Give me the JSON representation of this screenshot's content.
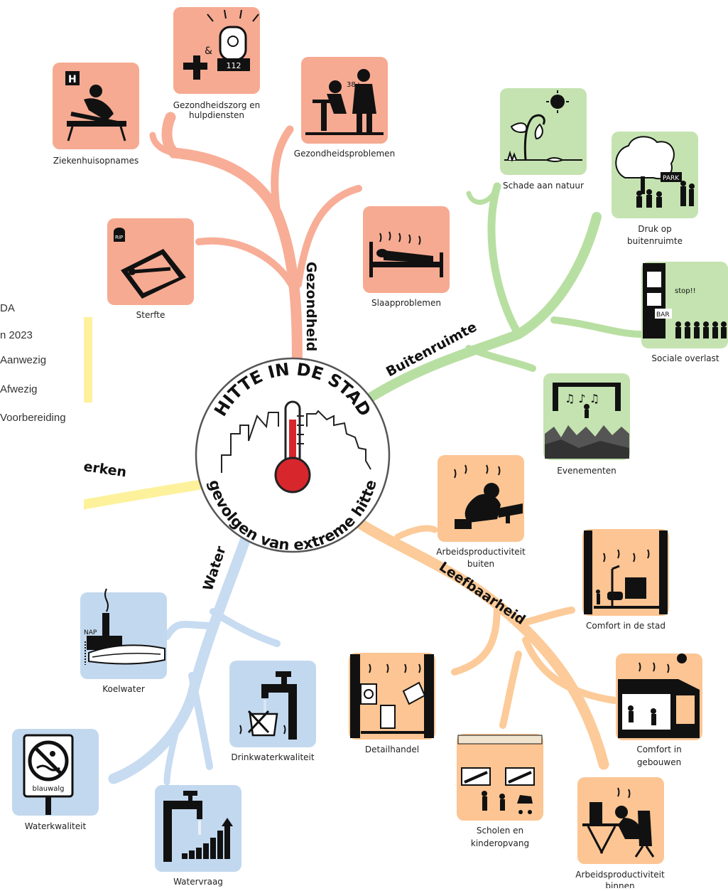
{
  "center": {
    "title": "HITTE IN DE STAD",
    "subtitle": "gevolgen van extreme hitte"
  },
  "colors": {
    "gezondheid": "#f8ad97",
    "buitenruimte": "#b8dfa2",
    "leefbaarheid": "#fccb99",
    "water": "#c7dbf1",
    "netwerken": "#fdf19c",
    "tile_gezondheid": "#f6aa92",
    "tile_buitenruimte": "#c4e3b0",
    "tile_leefbaarheid": "#fcc593",
    "tile_water": "#c2d8ee"
  },
  "branches": {
    "gezondheid": "Gezondheid",
    "buitenruimte": "Buitenruimte",
    "leefbaarheid": "Leefbaarheid",
    "water": "Water",
    "netwerken": "erken"
  },
  "nodes": {
    "ziekenhuisopnames": {
      "label": "Ziekenhuisopnames",
      "icon": "hospital-bed-icon"
    },
    "gezondheidszorg": {
      "line1": "Gezondheidszorg en",
      "line2": "hulpdiensten",
      "icon": "emergency-siren-icon",
      "sign": "112"
    },
    "gezondheidsproblemen": {
      "label": "Gezondheidsproblemen",
      "icon": "doctor-patient-icon",
      "fever": "38+"
    },
    "sterfte": {
      "label": "Sterfte",
      "icon": "coffin-icon",
      "rip": "RIP"
    },
    "slaapproblemen": {
      "label": "Slaapproblemen",
      "icon": "sleepless-bed-icon"
    },
    "schade_natuur": {
      "label": "Schade aan natuur",
      "icon": "wilted-plant-icon"
    },
    "druk_buitenruimte": {
      "line1": "Druk op",
      "line2": "buitenruimte",
      "icon": "crowded-park-icon",
      "park_sign": "PARK"
    },
    "sociale_overlast": {
      "label": "Sociale overlast",
      "icon": "noisy-bar-icon",
      "bar_sign": "BAR",
      "shout": "stop!!"
    },
    "evenementen": {
      "label": "Evenementen",
      "icon": "concert-crowd-icon"
    },
    "arbeid_buiten": {
      "line1": "Arbeidsproductiviteit",
      "line2": "buiten",
      "icon": "outdoor-worker-icon"
    },
    "comfort_stad": {
      "label": "Comfort in de stad",
      "icon": "hot-street-icon"
    },
    "comfort_gebouwen": {
      "line1": "Comfort in",
      "line2": "gebouwen",
      "icon": "hot-building-icon"
    },
    "detailhandel": {
      "label": "Detailhandel",
      "icon": "shop-products-icon"
    },
    "scholen": {
      "line1": "Scholen en",
      "line2": "kinderopvang",
      "icon": "school-children-icon"
    },
    "arbeid_binnen": {
      "line1": "Arbeidsproductiviteit",
      "line2": "binnen",
      "icon": "office-worker-icon"
    },
    "koelwater": {
      "label": "Koelwater",
      "icon": "power-plant-water-icon",
      "nap": "NAP"
    },
    "drinkwater": {
      "label": "Drinkwaterkwaliteit",
      "icon": "tap-glass-icon"
    },
    "waterkwaliteit": {
      "label": "Waterkwaliteit",
      "icon": "no-swimming-sign-icon",
      "sign_text": "blauwalg"
    },
    "watervraag": {
      "label": "Watervraag",
      "icon": "tap-demand-icon"
    }
  },
  "legend": {
    "item0": "DA",
    "item1": "n 2023",
    "item2": "Aanwezig",
    "item3": "Afwezig",
    "item4": "Voorbereiding"
  }
}
